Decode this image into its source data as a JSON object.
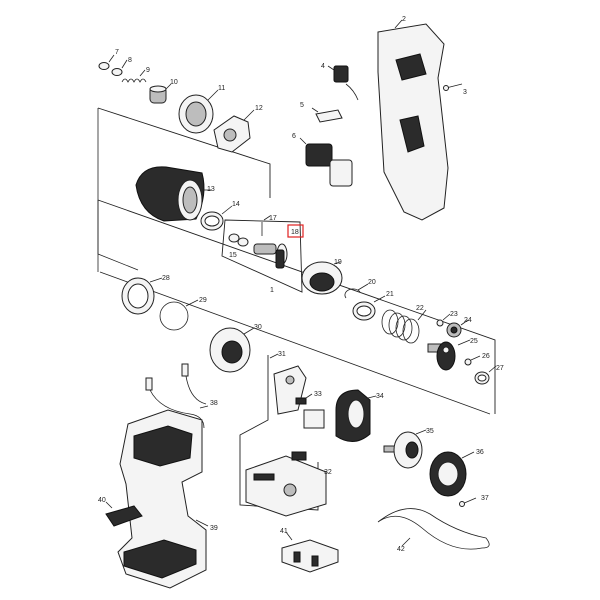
{
  "labels": {
    "p1": "1",
    "p2": "2",
    "p3": "3",
    "p4": "4",
    "p5": "5",
    "p6": "6",
    "p7": "7",
    "p8": "8",
    "p9": "9",
    "p10": "10",
    "p11": "11",
    "p12": "12",
    "p13": "13",
    "p14": "14",
    "p15": "15",
    "p17": "17",
    "p18": "18",
    "p19": "19",
    "p20": "20",
    "p21": "21",
    "p22": "22",
    "p23": "23",
    "p24": "24",
    "p25": "25",
    "p26": "26",
    "p27": "27",
    "p28": "28",
    "p29": "29",
    "p30": "30",
    "p31": "31",
    "p32": "32",
    "p33": "33",
    "p34": "34",
    "p35": "35",
    "p36": "36",
    "p37": "37",
    "p38": "38",
    "p39": "39",
    "p40": "40",
    "p41": "41",
    "p42": "42"
  },
  "highlight_color": "#e02020"
}
